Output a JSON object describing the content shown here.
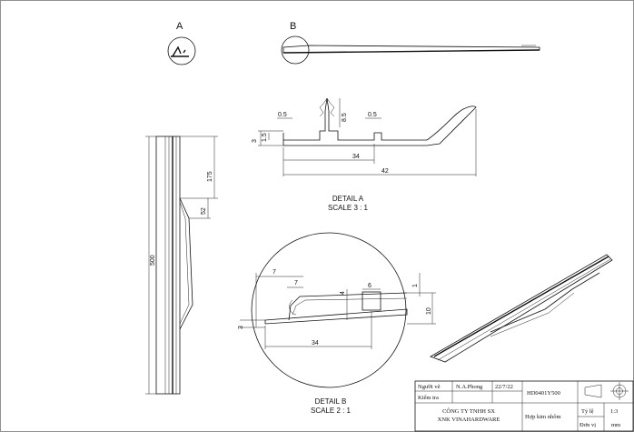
{
  "views": {
    "view_a_letter": "A",
    "view_b_letter": "B"
  },
  "detail_a": {
    "title": "DETAIL A",
    "scale": "SCALE 3 : 1",
    "dims": [
      "0.5",
      "8.5",
      "0.5",
      "3",
      "1.5",
      "34",
      "42"
    ]
  },
  "detail_b": {
    "title": "DETAIL B",
    "scale": "SCALE 2 : 1",
    "dims": [
      "7",
      "7",
      "4",
      "6",
      "1",
      "10",
      "3",
      "34"
    ]
  },
  "main_view": {
    "dims": [
      "175",
      "52",
      "500"
    ]
  },
  "title_block": {
    "drawn_by_label": "Người vẽ",
    "drawn_by": "N.A.Phong",
    "date": "22/7/22",
    "checked_label": "Kiểm tra",
    "part_number": "HD0401Y500",
    "company_line1": "CÔNG TY TNHH SX",
    "company_line2": "XNK VINAHARDWARE",
    "material": "Hợp kim nhôm",
    "scale_label": "Tỷ lệ",
    "scale_value": "1:3",
    "unit_label": "Đơn vị",
    "unit_value": "mm"
  }
}
